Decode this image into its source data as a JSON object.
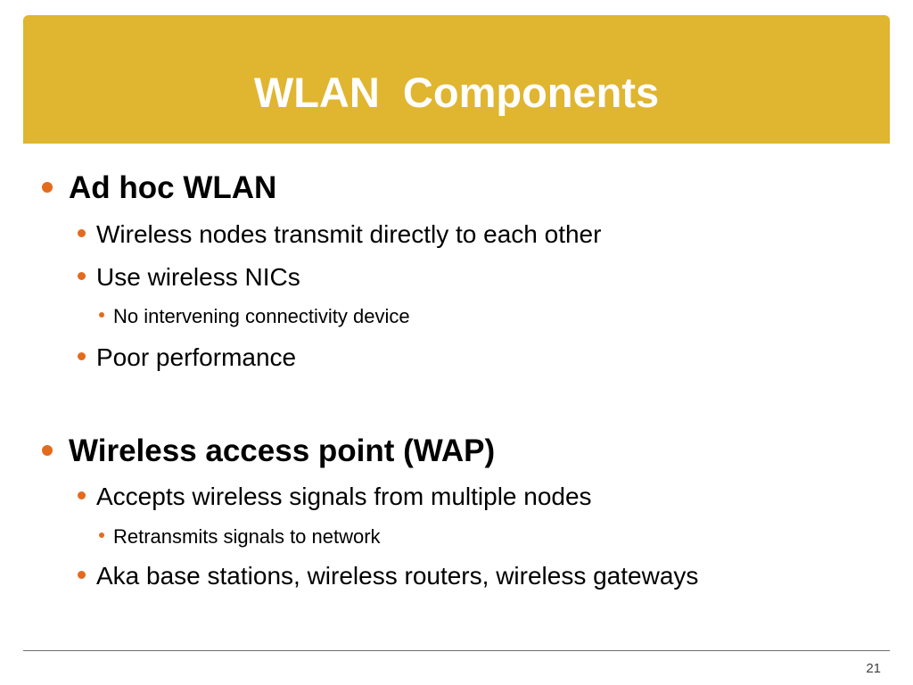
{
  "slide": {
    "title": "WLAN  Components",
    "page_number": "21",
    "colors": {
      "title_bar": "#e0b530",
      "bullet": "#e36b1d",
      "title_text": "#ffffff"
    },
    "bullets": {
      "b1": "Ad hoc WLAN",
      "b1_1": "Wireless nodes transmit directly to each other",
      "b1_2": "Use wireless NICs",
      "b1_2_1": "No intervening connectivity device",
      "b1_3": "Poor performance",
      "b2": "Wireless access point (WAP)",
      "b2_1": "Accepts wireless signals from multiple nodes",
      "b2_1_1": "Retransmits signals to network",
      "b2_2": "Aka base stations, wireless routers, wireless gateways"
    }
  }
}
